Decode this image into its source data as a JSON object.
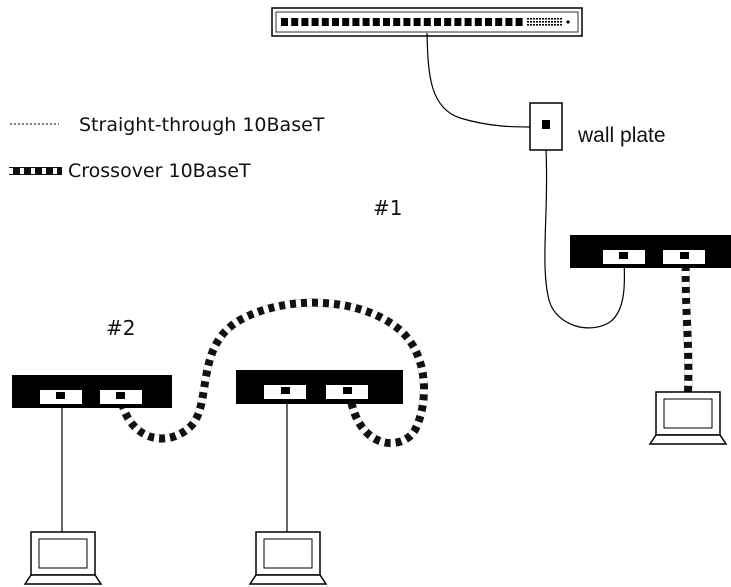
{
  "legend": {
    "straight_label": "Straight-through 10BaseT",
    "crossover_label": "Crossover 10BaseT"
  },
  "labels": {
    "wall_plate": "wall plate",
    "setup_1": "#1",
    "setup_2": "#2"
  },
  "colors": {
    "device_fill": "#000000",
    "port_fill": "#ffffff",
    "cable_dark": "#111111"
  },
  "icons": {
    "network_switch": "rack-switch-icon",
    "wall_plate": "wall-jack-icon",
    "hub": "hub-icon",
    "computer": "computer-monitor-icon"
  }
}
